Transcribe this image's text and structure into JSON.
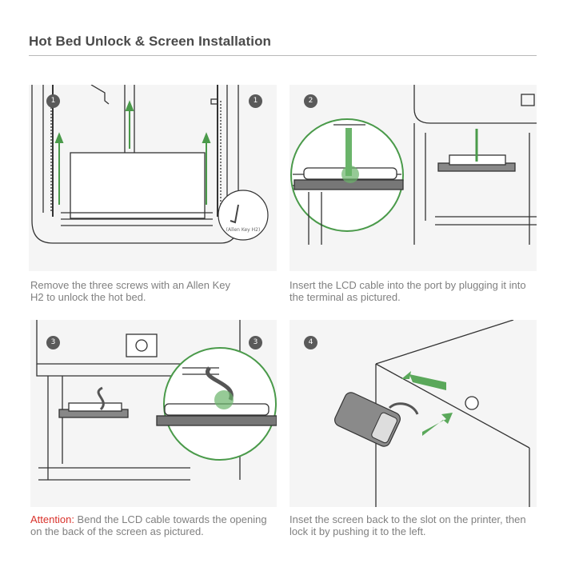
{
  "header": {
    "title": "Hot Bed Unlock & Screen Installation"
  },
  "steps": [
    {
      "badge": "1",
      "badge_secondary": "1",
      "callout_label": "(Allen Key H2)",
      "caption": "Remove the three screws with an Allen Key H2 to unlock the hot bed."
    },
    {
      "badge": "2",
      "caption": "Insert the LCD cable into the port by plugging it into the terminal as pictured."
    },
    {
      "badge": "3",
      "badge_secondary": "3",
      "caption_prefix": "Attention:",
      "caption": " Bend the LCD cable towards the opening on the back of the screen as pictured."
    },
    {
      "badge": "4",
      "caption": "Inset the screen back to the slot on the printer, then lock it by pushing it to the left."
    }
  ],
  "colors": {
    "accent_green": "#4a9a4a",
    "attention_red": "#d9322b",
    "panel_bg": "#f5f5f5"
  }
}
